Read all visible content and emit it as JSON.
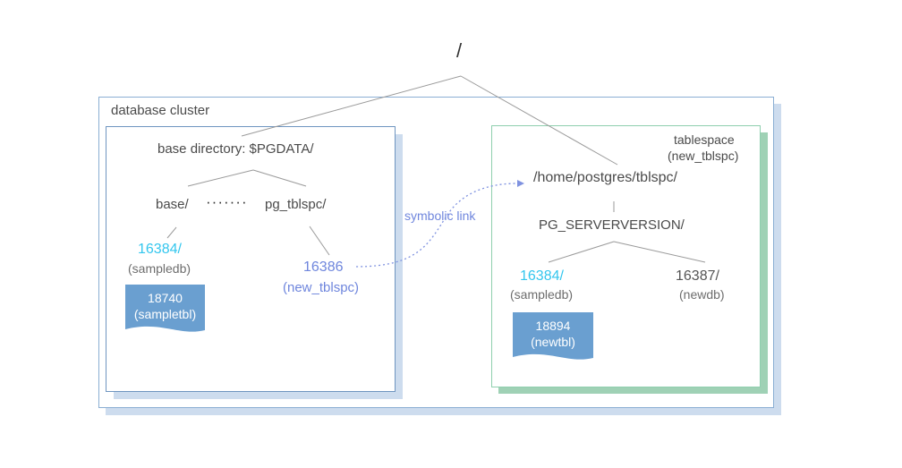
{
  "root": {
    "label": "/"
  },
  "cluster": {
    "label": "database cluster"
  },
  "base_directory": {
    "label": "base directory: $PGDATA/",
    "base": "base/",
    "dots": "·······",
    "pg_tblspc": "pg_tblspc/",
    "db_oid": "16384/",
    "db_name": "(sampledb)",
    "table_oid": "18740",
    "table_name": "(sampletbl)",
    "link_oid": "16386",
    "link_name": "(new_tblspc)"
  },
  "symlink": {
    "label": "symbolic link"
  },
  "tablespace": {
    "label": "tablespace",
    "name": "(new_tblspc)",
    "path": "/home/postgres/tblspc/",
    "version_dir": "PG_SERVERVERSION/",
    "db1_oid": "16384/",
    "db1_name": "(sampledb)",
    "db2_oid": "16387/",
    "db2_name": "(newdb)",
    "table_oid": "18894",
    "table_name": "(newtbl)"
  },
  "colors": {
    "cyan_text": "#33c6ee",
    "blue_text": "#6f86dd",
    "doc_fill": "#6a9fd0",
    "blue_shadow": "#cddcee",
    "green_shadow": "#9fd1b5",
    "blue_border": "#6f95c0",
    "green_border": "#8fcfae"
  }
}
